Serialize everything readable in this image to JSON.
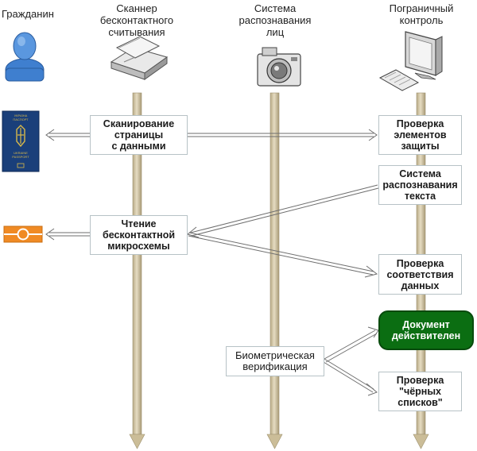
{
  "actors": {
    "citizen": "Гражданин",
    "scanner": "Сканнер\nбесконтактного\nсчитывания",
    "face": "Система\nраспознавания\nлиц",
    "border": "Пограничный\nконтроль"
  },
  "passport": {
    "top_text": "УКРАЇНА\nПАСПОРТ",
    "bottom_text": "UKRAINE\nPASSPORT"
  },
  "boxes": {
    "scan_page": "Сканирование\nстраницы\nс данными",
    "read_chip": "Чтение\nбесконтактной\nмикросхемы",
    "security_check": "Проверка\nэлементов\nзащиты",
    "ocr": "Система\nраспознавания\nтекста",
    "data_match": "Проверка\nсоответствия\nданных",
    "doc_valid": "Документ\nдействителен",
    "blacklist": "Проверка\n\"чёрных\nсписков\"",
    "biometric": "Биометрическая\nверификация"
  },
  "colors": {
    "lifeline": "#d9cdb0",
    "lifeline_edge": "#a89a78",
    "box_border": "#b7c2c6",
    "green": "#0b6e12",
    "passport": "#1a3f7a",
    "card": "#f08a24",
    "person": "#3f7fcf"
  }
}
